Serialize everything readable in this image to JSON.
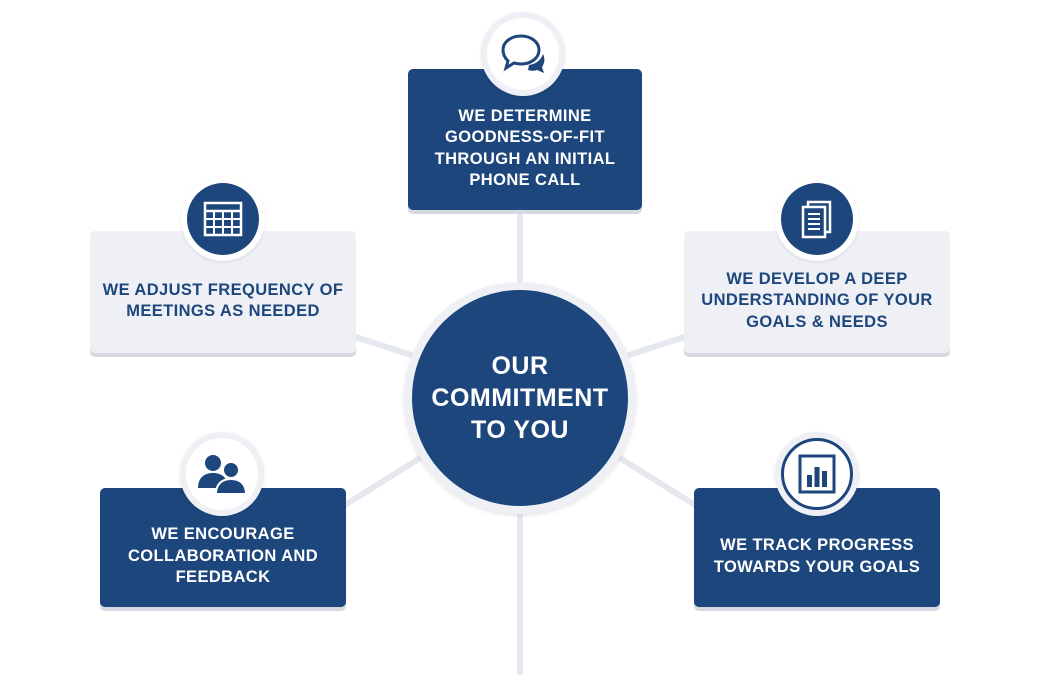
{
  "center": {
    "text": "OUR COMMITMENT TO YOU"
  },
  "steps": [
    {
      "text": "WE DETERMINE GOODNESS-OF-FIT THROUGH AN INITIAL PHONE CALL",
      "icon": "chat-bubbles-icon"
    },
    {
      "text": "WE DEVELOP A DEEP UNDERSTANDING OF YOUR GOALS & NEEDS",
      "icon": "document-icon"
    },
    {
      "text": "WE TRACK PROGRESS TOWARDS YOUR GOALS",
      "icon": "bar-chart-icon"
    },
    {
      "text": "WE ENCOURAGE COLLABORATION AND FEEDBACK",
      "icon": "people-icon"
    },
    {
      "text": "WE ADJUST FREQUENCY OF MEETINGS AS NEEDED",
      "icon": "calendar-grid-icon"
    }
  ],
  "colors": {
    "navy": "#1d467c",
    "light": "#eef0f6",
    "connector": "#e6e8ef"
  }
}
